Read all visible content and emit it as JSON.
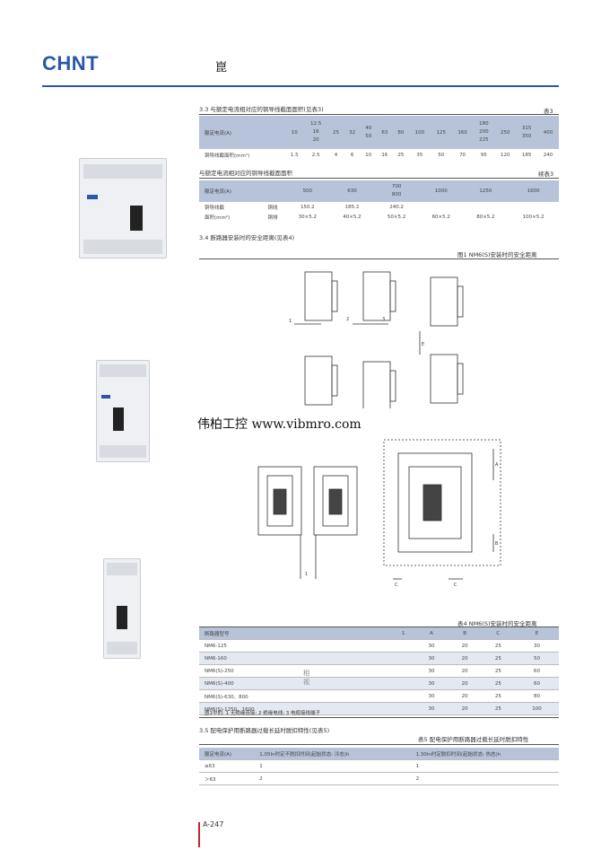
{
  "header": {
    "logo": "CHNT",
    "char": "崑"
  },
  "sec33": {
    "title": "3.3 与额定电流相对应的铜导线截面面积(见表3)",
    "tag": "表3",
    "row_label_current": "额定电流(A)",
    "row_label_area": "铜导线截面积(mm²)",
    "currents": [
      "10",
      [
        "12.5",
        "16",
        "20"
      ],
      "25",
      "32",
      [
        "40",
        "50"
      ],
      "63",
      "80",
      "100",
      "125",
      "160",
      [
        "180",
        "200",
        "225"
      ],
      "250",
      [
        "315",
        "350"
      ],
      "400"
    ],
    "areas": [
      "1.5",
      "2.5",
      "4",
      "6",
      "10",
      "16",
      "25",
      "35",
      "50",
      "70",
      "95",
      "120",
      "185",
      "240"
    ]
  },
  "sec33b": {
    "title": "与额定电流相对应的铜导线截面面积",
    "tag": "续表3",
    "row_label_current": "额定电流(A)",
    "currents": [
      "500",
      "630",
      [
        "700",
        "800"
      ],
      "1000",
      "1250",
      "1600"
    ],
    "label_a": "铜导线截",
    "label_b": "面积(mm²)",
    "sub_wire": "铜线",
    "sub_bar": "铜排",
    "wire_vals": [
      "150.2",
      "185.2",
      "240.2"
    ],
    "bar_vals": [
      "30×5.2",
      "40×5.2",
      "50×5.2",
      "60×5.2",
      "80×5.2",
      "100×5.2"
    ]
  },
  "sec34": {
    "title": "3.4 断路器安装时的安全距离(见表4)",
    "fig_caption": "图1 NM6(S)安装时的安全距离",
    "labels": {
      "n1": "1",
      "n2": "2",
      "n3": "3",
      "E": "E",
      "A": "A",
      "B": "B",
      "C": "C"
    }
  },
  "watermark": "伟柏工控 www.vibmro.com",
  "table4": {
    "caption": "表4  NM6(S)安装时的安全距离",
    "headers": [
      "断路器型号",
      "1",
      "A",
      "B",
      "C",
      "E"
    ],
    "rows": [
      [
        "NM6-125",
        "30",
        "20",
        "25",
        "30"
      ],
      [
        "NM6-160",
        "30",
        "20",
        "25",
        "50"
      ],
      [
        "NM6(S)-250",
        "30",
        "20",
        "25",
        "60"
      ],
      [
        "NM6(S)-400",
        "30",
        "20",
        "25",
        "60"
      ],
      [
        "NM6(S)-630、800",
        "30",
        "20",
        "25",
        "80"
      ],
      [
        "NM6(S)-1250、1600",
        "30",
        "20",
        "25",
        "100"
      ]
    ],
    "merged": "相\n视",
    "note": "图1中的: 1 无绝缘连接; 2 绝缘电线; 3 电缆接线端子"
  },
  "sec35": {
    "title": "3.5 配电保护用断路器过载长延时脱扣特性(见表5)",
    "caption": "表5  配电保护用断路器过载长延时脱扣特性",
    "headers": [
      "额定电流(A)",
      "1.05In时定不脱扣时间(起始状态: 冷态)h",
      "1.30In时定脱扣时间(起始状态: 热态)h"
    ],
    "rows": [
      [
        "≤63",
        "1",
        "1"
      ],
      [
        "＞63",
        "2",
        "2"
      ]
    ]
  },
  "page_no": "A-247",
  "colors": {
    "brand": "#2b57a8",
    "header_row": "#b7c3d9",
    "accent": "#c0282d"
  }
}
